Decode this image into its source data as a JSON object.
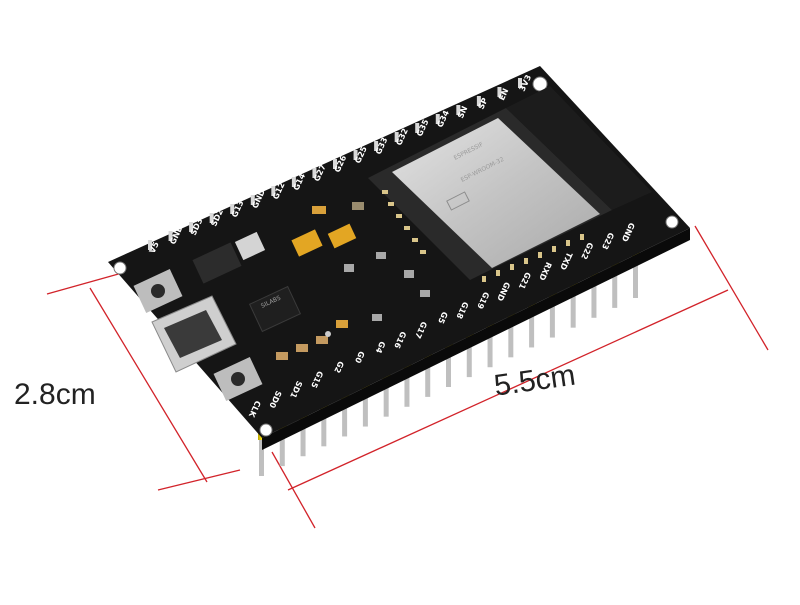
{
  "dimensions": {
    "height": "2.8cm",
    "width": "5.5cm"
  },
  "colors": {
    "pcb": "#151515",
    "pin": "#e8d200",
    "shield": "#c8c8c8",
    "dimension_line": "#d2232a"
  },
  "board": {
    "top_pins": [
      "V5",
      "GND",
      "SD3",
      "SD2",
      "G13",
      "GND",
      "G12",
      "G14",
      "G27",
      "G26",
      "G25",
      "G33",
      "G32",
      "G35",
      "G34",
      "SN",
      "SP",
      "EN",
      "3V3"
    ],
    "bottom_pins": [
      "CLK",
      "SD0",
      "SD1",
      "G15",
      "G2",
      "G0",
      "G4",
      "G16",
      "G17",
      "G5",
      "G18",
      "G19",
      "GND",
      "G21",
      "RXD",
      "TXD",
      "G22",
      "G23",
      "GND"
    ],
    "module_text": [
      "ESPRESSIF",
      "ESP-WROOM-32"
    ]
  }
}
